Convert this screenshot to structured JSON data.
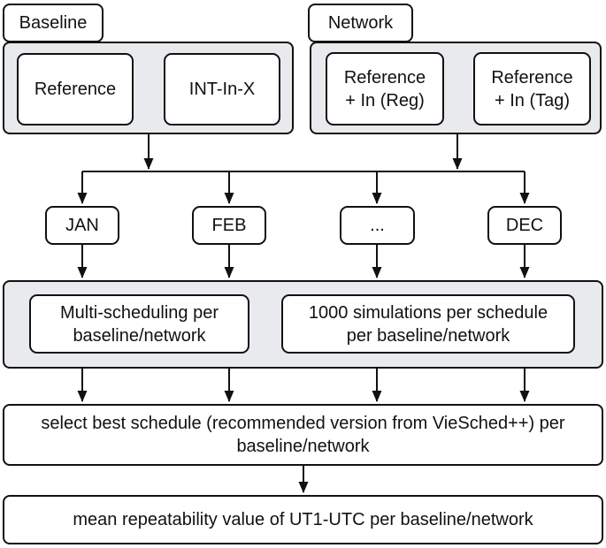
{
  "groups": [
    {
      "tab": "Baseline",
      "boxes": [
        "Reference",
        "INT-In-X"
      ]
    },
    {
      "tab": "Network",
      "boxes": [
        "Reference\n+ In (Reg)",
        "Reference\n+ In (Tag)"
      ]
    }
  ],
  "months": [
    "JAN",
    "FEB",
    "...",
    "DEC"
  ],
  "process": {
    "multi_scheduling": "Multi-scheduling per\nbaseline/network",
    "simulations": "1000 simulations per schedule\nper baseline/network"
  },
  "results": {
    "select_best": "select best schedule (recommended version from VieSched++) per\nbaseline/network",
    "mean_repeatability": "mean repeatability value of UT1-UTC per baseline/network"
  },
  "colors": {
    "container_fill": "#e8eaed",
    "box_fill": "#ffffff",
    "line": "#111111"
  }
}
